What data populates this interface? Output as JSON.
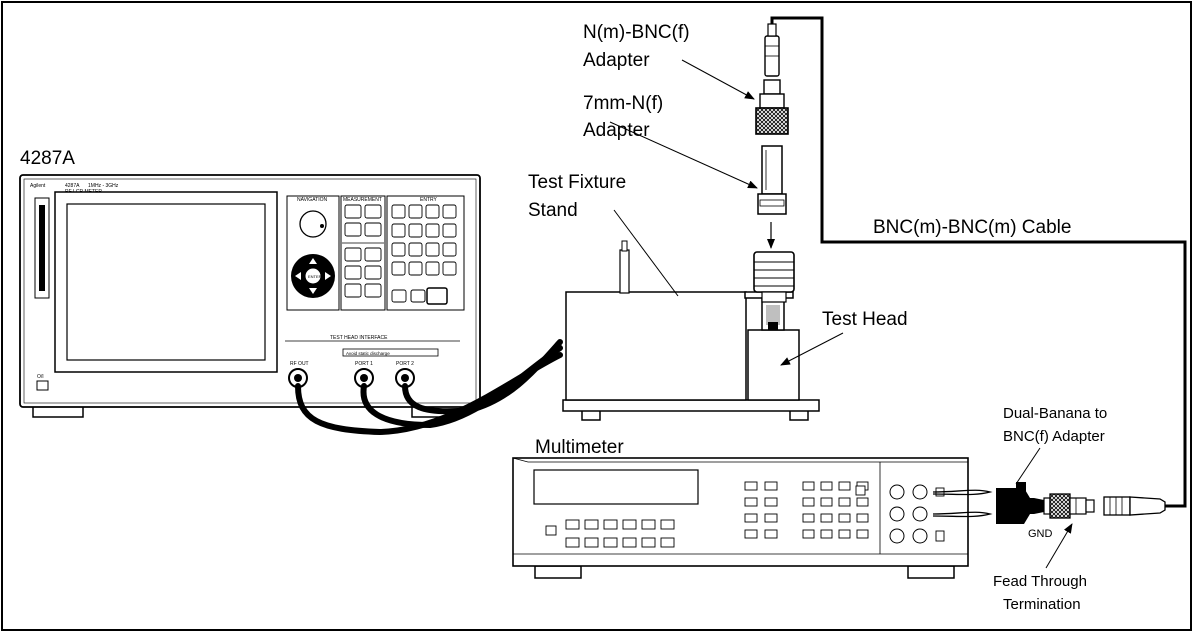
{
  "labels": {
    "instrument": "4287A",
    "n_bnc_adapter_line1": "N(m)-BNC(f)",
    "n_bnc_adapter_line2": "Adapter",
    "mm7_n_adapter_line1": "7mm-N(f)",
    "mm7_n_adapter_line2": "Adapter",
    "fixture_stand_line1": "Test Fixture",
    "fixture_stand_line2": "Stand",
    "cable": "BNC(m)-BNC(m) Cable",
    "test_head": "Test Head",
    "multimeter": "Multimeter",
    "banana_adapter_line1": "Dual-Banana to",
    "banana_adapter_line2": "BNC(f) Adapter",
    "gnd": "GND",
    "feed_through_line1": "Fead Through",
    "feed_through_line2": "Termination"
  },
  "instrument_panel": {
    "brand": "Agilent",
    "model": "4287A",
    "subtitle": "RF LCR METER",
    "freq": "1MHz - 3GHz",
    "navigation": "NAVIGATION",
    "measurement": "MEASUREMENT",
    "entry": "ENTRY",
    "enter": "ENTER",
    "test_head_interface": "TEST HEAD INTERFACE",
    "port_rf_out": "RF OUT",
    "port_1": "PORT 1",
    "port_2": "PORT 2",
    "warning": "Avoid static discharge"
  }
}
